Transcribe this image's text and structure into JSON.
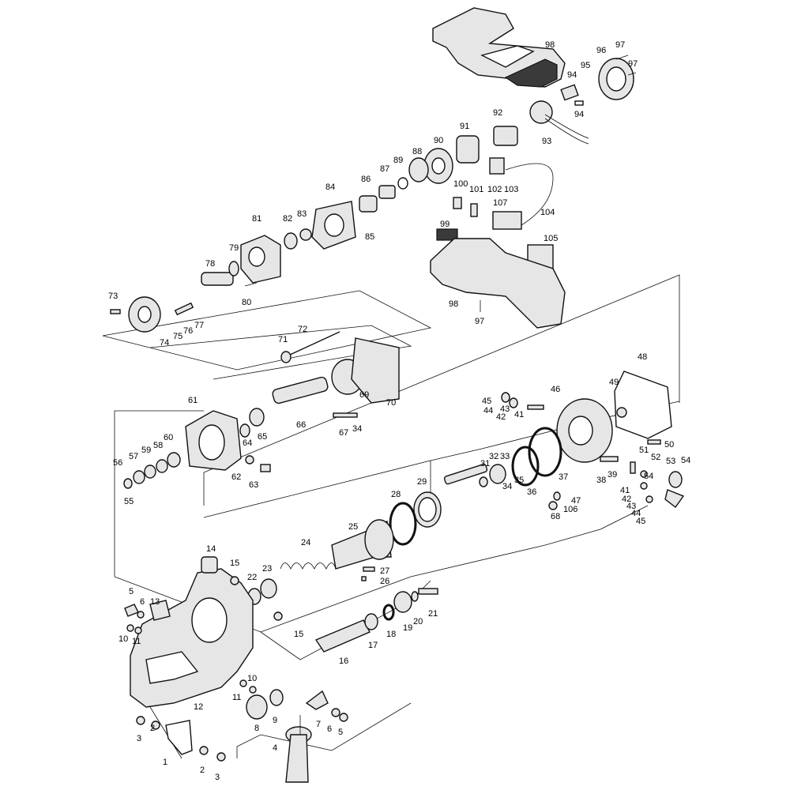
{
  "labels": {
    "n1": "1",
    "n2": "2",
    "n2b": "2",
    "n3": "3",
    "n3b": "3",
    "n4": "4",
    "n5": "5",
    "n5b": "5",
    "n6": "6",
    "n6b": "6",
    "n7": "7",
    "n8": "8",
    "n9": "9",
    "n10": "10",
    "n10b": "10",
    "n11": "11",
    "n11b": "11",
    "n12": "12",
    "n13": "13",
    "n14": "14",
    "n15": "15",
    "n15b": "15",
    "n16": "16",
    "n17": "17",
    "n18": "18",
    "n19": "19",
    "n20": "20",
    "n21": "21",
    "n22": "22",
    "n23": "23",
    "n24": "24",
    "n25": "25",
    "n26": "26",
    "n27": "27",
    "n28": "28",
    "n29": "29",
    "n31": "31",
    "n32": "32",
    "n33": "33",
    "n34": "34",
    "n34b": "34",
    "n35": "35",
    "n36": "36",
    "n37": "37",
    "n38": "38",
    "n39": "39",
    "n41": "41",
    "n41b": "41",
    "n42": "42",
    "n42b": "42",
    "n43": "43",
    "n43b": "43",
    "n44": "44",
    "n44b": "44",
    "n45": "45",
    "n45b": "45",
    "n46": "46",
    "n47": "47",
    "n48": "48",
    "n49": "49",
    "n50": "50",
    "n51": "51",
    "n52": "52",
    "n53": "53",
    "n54": "54",
    "n54b": "54",
    "n55": "55",
    "n56": "56",
    "n57": "57",
    "n58": "58",
    "n59": "59",
    "n60": "60",
    "n61": "61",
    "n62": "62",
    "n63": "63",
    "n64": "64",
    "n65": "65",
    "n66": "66",
    "n67": "67",
    "n68": "68",
    "n69": "69",
    "n70": "70",
    "n71": "71",
    "n72": "72",
    "n73": "73",
    "n74": "74",
    "n75": "75",
    "n76": "76",
    "n77": "77",
    "n78": "78",
    "n79": "79",
    "n80": "80",
    "n81": "81",
    "n82": "82",
    "n83": "83",
    "n84": "84",
    "n85": "85",
    "n86": "86",
    "n87": "87",
    "n88": "88",
    "n89": "89",
    "n90": "90",
    "n91": "91",
    "n92": "92",
    "n93": "93",
    "n94": "94",
    "n94b": "94",
    "n95": "95",
    "n96": "96",
    "n97": "97",
    "n97b": "97",
    "n97c": "97",
    "n98": "98",
    "n98b": "98",
    "n99": "99",
    "n100": "100",
    "n101": "101",
    "n102": "102",
    "n103": "103",
    "n104": "104",
    "n105": "105",
    "n106": "106",
    "n107": "107"
  }
}
